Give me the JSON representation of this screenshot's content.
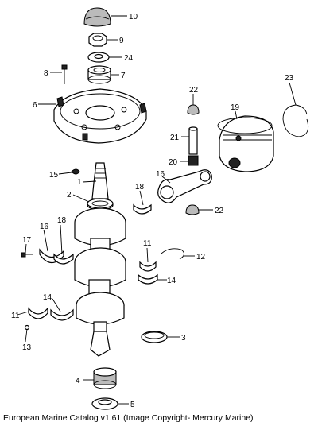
{
  "labels": {
    "p10": "10",
    "p9": "9",
    "p24": "24",
    "p8": "8",
    "p7": "7",
    "p6": "6",
    "p22a": "22",
    "p23": "23",
    "p19": "19",
    "p21": "21",
    "p20": "20",
    "p15": "15",
    "p1": "1",
    "p16a": "16",
    "p2": "2",
    "p18a": "18",
    "p22b": "22",
    "p17": "17",
    "p16b": "16",
    "p18b": "18",
    "p11a": "11",
    "p12": "12",
    "p14a": "14",
    "p11b": "11",
    "p14b": "14",
    "p13": "13",
    "p3": "3",
    "p4": "4",
    "p5": "5"
  },
  "caption": "European Marine Catalog v1.61 (Image Copyright- Mercury Marine)"
}
